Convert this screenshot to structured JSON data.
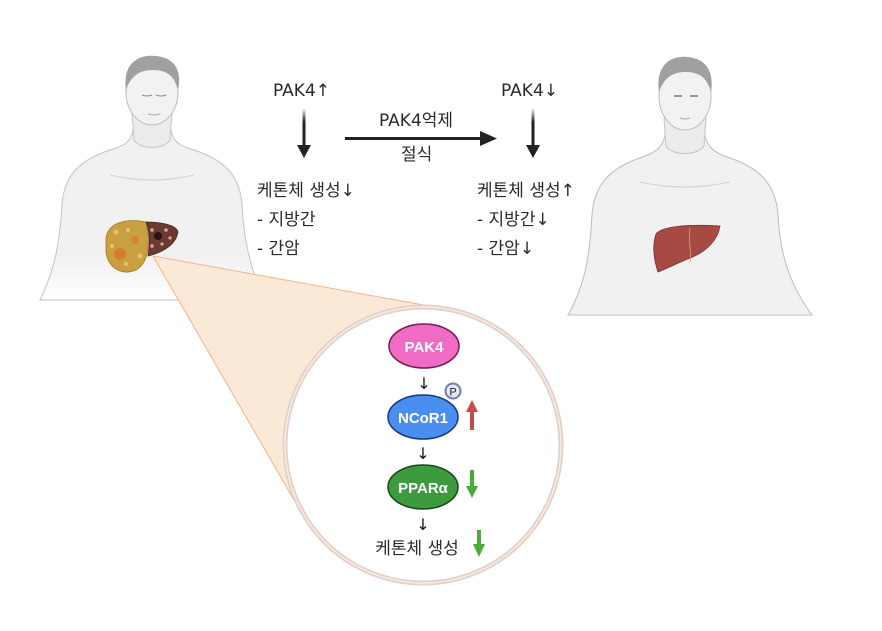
{
  "diagram": {
    "left_state": {
      "pak4_label": "PAK4↑",
      "ketone_label": "케톤체 생성↓",
      "items": [
        "- 지방간",
        "- 간암"
      ]
    },
    "right_state": {
      "pak4_label": "PAK4↓",
      "ketone_label": "케톤체 생성↑",
      "items": [
        "- 지방간↓",
        "- 간암↓"
      ]
    },
    "transition": {
      "above": "PAK4억제",
      "below": "절식"
    },
    "pathway": {
      "nodes": [
        {
          "label": "PAK4",
          "color": "#f06bc4",
          "border": "#7a1a55"
        },
        {
          "label": "NCoR1",
          "color": "#4a8ff0",
          "border": "#163a7a",
          "badge": "P",
          "trend": "up",
          "trend_color": "#c84a4a"
        },
        {
          "label": "PPARα",
          "color": "#3d9a3d",
          "border": "#1a4a1a",
          "trend": "down",
          "trend_color": "#4aaa3a"
        }
      ],
      "outcome": {
        "label": "케톤체 생성",
        "trend": "down",
        "trend_color": "#4aaa3a"
      },
      "step_arrow": "↓"
    },
    "figures": {
      "left": {
        "liver_state": "diseased (fatty liver + liver cancer)"
      },
      "right": {
        "liver_state": "healthy"
      }
    },
    "colors": {
      "zoom_cone": "#fbe9d8",
      "zoom_cone_edge": "#f2b48a",
      "circle_ring": "#e3d0c6",
      "body_fill": "#f1f1f1",
      "body_line": "#b9b9b9",
      "hair": "#9a9a9a",
      "healthy_liver": "#a84a44",
      "fatty_liver": "#c9a040",
      "tumor_liver": "#6b3a30"
    }
  }
}
